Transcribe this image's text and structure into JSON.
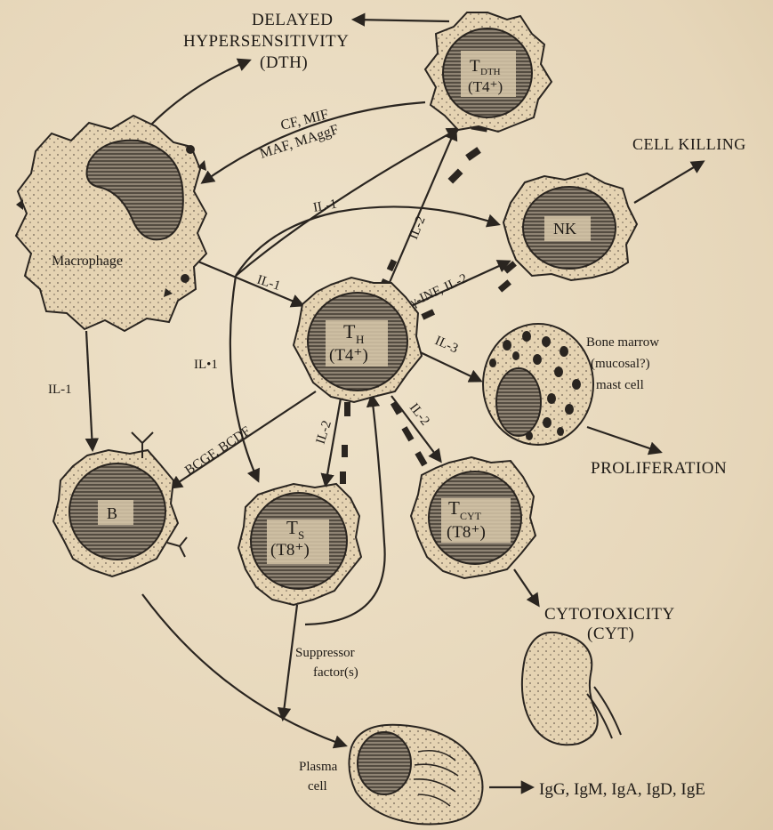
{
  "outcomes": {
    "dth_line1": "DELAYED",
    "dth_line2": "HYPERSENSITIVITY",
    "dth_line3": "(DTH)",
    "cell_killing": "CELL KILLING",
    "proliferation": "PROLIFERATION",
    "cytotoxicity_line1": "CYTOTOXICITY",
    "cytotoxicity_line2": "(CYT)",
    "immunoglobulins": "IgG, IgM, IgA, IgD, IgE"
  },
  "cells": {
    "macrophage": "Macrophage",
    "t_dth": "T",
    "t_dth_sub": "DTH",
    "t_dth_marker": "(T4⁺)",
    "nk": "NK",
    "t_h": "T",
    "t_h_sub": "H",
    "t_h_marker": "(T4⁺)",
    "mast_line1": "Bone marrow",
    "mast_line2": "(mucosal?)",
    "mast_line3": "mast cell",
    "b": "B",
    "t_s": "T",
    "t_s_sub": "S",
    "t_s_marker": "(T8⁺)",
    "t_cyt": "T",
    "t_cyt_sub": "CYT",
    "t_cyt_marker": "(T8⁺)",
    "plasma_line1": "Plasma",
    "plasma_line2": "cell"
  },
  "signals": {
    "cf_mif": "CF, MIF",
    "maf_maggf": "MAF, MAggF",
    "il1_to_nk": "IL-1",
    "il1_to_th": "IL-1",
    "il1_to_b": "IL-1",
    "il1_to_ts": "IL•1",
    "il2_to_tdth": "IL-2",
    "ginf_il2": "γ-INF, IL-2",
    "il3": "IL-3",
    "bcgf_bcdf": "BCGF, BCDF",
    "il2_to_ts": "IL-2",
    "il2_to_tcyt": "IL-2",
    "suppressor_line1": "Suppressor",
    "suppressor_line2": "factor(s)"
  }
}
